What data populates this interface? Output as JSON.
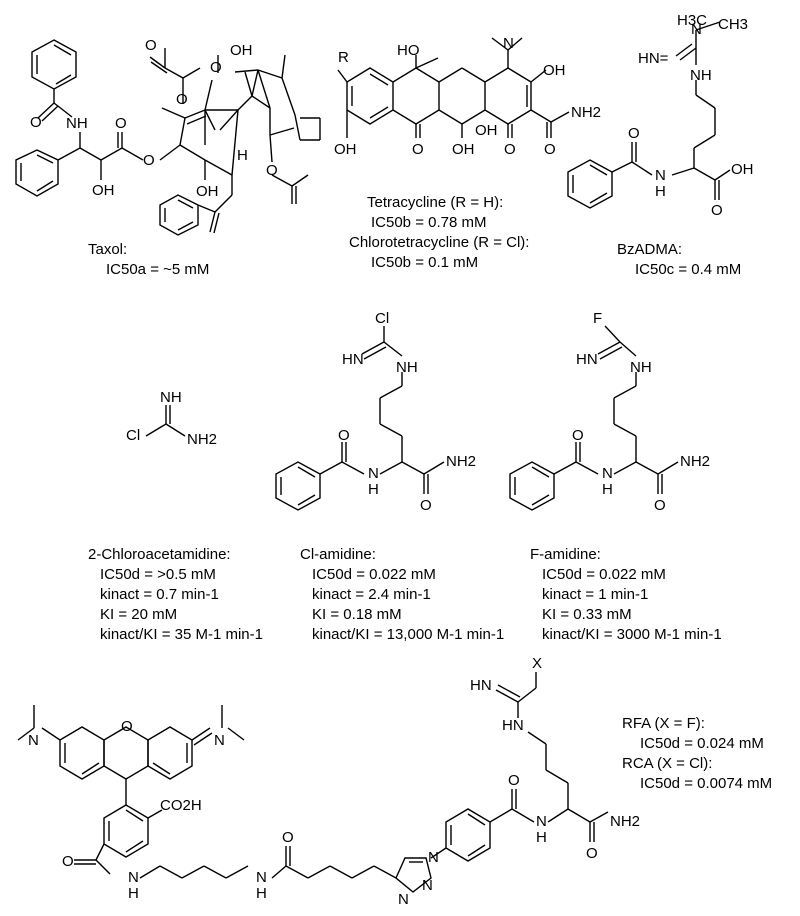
{
  "taxol": {
    "name": "Taxol:",
    "ic50": "IC50a = ~5 mM",
    "labels": {
      "nh": "NH",
      "o1": "O",
      "o2": "O",
      "o3": "O",
      "oh1": "OH",
      "oh2": "OH",
      "oh3": "OH",
      "o4": "O",
      "o5": "O",
      "o6": "O",
      "o7": "O",
      "h": "H"
    }
  },
  "tetracycline": {
    "name1": "Tetracycline (R = H):",
    "ic50_1": "IC50b = 0.78 mM",
    "name2": "Chlorotetracycline (R = Cl):",
    "ic50_2": "IC50b = 0.1 mM",
    "labels": {
      "r": "R",
      "ho": "HO",
      "n": "N",
      "oh1": "OH",
      "oh2": "OH",
      "o1": "O",
      "oh3": "OH",
      "oh4": "OH",
      "o2": "O",
      "o3": "O",
      "nh2": "NH2"
    }
  },
  "bzadma": {
    "name": "BzADMA:",
    "ic50": "IC50c = 0.4 mM",
    "labels": {
      "h3c": "H3C",
      "ch3": "CH3",
      "n": "N",
      "hn": "HN=",
      "nh": "NH",
      "o1": "O",
      "nh2": "N",
      "h": "H",
      "oh": "OH",
      "o2": "O"
    }
  },
  "chloroacetamidine": {
    "name": "2-Chloroacetamidine:",
    "ic50": "IC50d = >0.5 mM",
    "kinact": "kinact = 0.7 min-1",
    "ki": "KI = 20 mM",
    "ratio": "kinact/KI = 35 M-1 min-1",
    "labels": {
      "nh": "NH",
      "cl": "Cl",
      "nh2": "NH2"
    }
  },
  "cl_amidine": {
    "name": "Cl-amidine:",
    "ic50": "IC50d = 0.022 mM",
    "kinact": "kinact = 2.4 min-1",
    "ki": "KI = 0.18 mM",
    "ratio": "kinact/KI = 13,000 M-1 min-1",
    "labels": {
      "x": "Cl",
      "hn": "HN",
      "nh": "NH",
      "o1": "O",
      "n": "N",
      "h": "H",
      "nh2": "NH2",
      "o2": "O"
    }
  },
  "f_amidine": {
    "name": "F-amidine:",
    "ic50": "IC50d = 0.022 mM",
    "kinact": "kinact = 1 min-1",
    "ki": "KI = 0.33 mM",
    "ratio": "kinact/KI = 3000 M-1 min-1",
    "labels": {
      "x": "F",
      "hn": "HN",
      "nh": "NH",
      "o1": "O",
      "n": "N",
      "h": "H",
      "nh2": "NH2",
      "o2": "O"
    }
  },
  "rhodamine": {
    "rfa": "RFA (X = F):",
    "rfa_ic50": "IC50d = 0.024 mM",
    "rca": "RCA (X = Cl):",
    "rca_ic50": "IC50d = 0.0074 mM",
    "labels": {
      "x": "X",
      "hn": "HN",
      "hn2": "HN",
      "n1": "N",
      "n2": "N",
      "o": "O",
      "co2h": "CO2H",
      "o1": "O",
      "nh1": "N",
      "h1": "H",
      "nh2a": "N",
      "h2": "H",
      "o2": "O",
      "nn": "N",
      "nn2": "N",
      "nn3": "N",
      "o3": "O",
      "n3": "N",
      "h3": "H",
      "nh2": "NH2",
      "o4": "O"
    }
  }
}
